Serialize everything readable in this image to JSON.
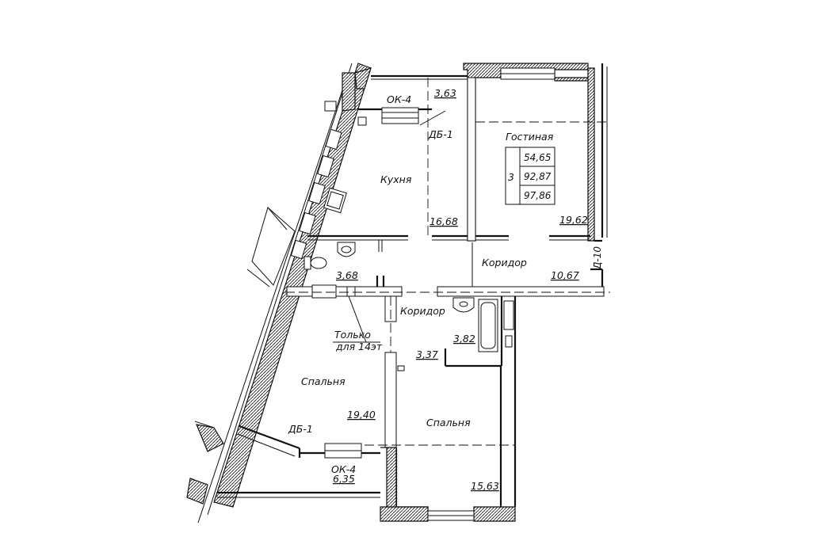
{
  "rooms": {
    "living": {
      "name": "Гостиная",
      "area": "19,62"
    },
    "kitchen": {
      "name": "Кухня",
      "area": "16,68"
    },
    "corridor_main": {
      "name": "Коридор",
      "area": "10,67"
    },
    "corridor_small": {
      "name": "Коридор"
    },
    "bedroom_left": {
      "name": "Спальня",
      "area": "19,40"
    },
    "bedroom_right": {
      "name": "Спальня",
      "area": "15,63"
    },
    "bathroom": {
      "area": "3,68"
    },
    "bath_room2": {
      "area": "3,82"
    },
    "small_room": {
      "area": "3,37"
    },
    "loggia_top": {
      "area": "3,63"
    },
    "loggia_bottom": {
      "area": "6,35"
    }
  },
  "apartment": {
    "rooms_count": "3",
    "living_area": "54,65",
    "total_area": "92,87",
    "total_with_loggia": "97,86"
  },
  "marks": {
    "window_top": "ОК-4",
    "door_top": "ДБ-1",
    "window_bottom": "ОК-4",
    "door_bottom": "ДБ-1",
    "note_line1": "Только",
    "note_line2": "для 14эт",
    "side_dim": "Д-10"
  },
  "colors": {
    "line": "#111111",
    "background": "#ffffff"
  }
}
